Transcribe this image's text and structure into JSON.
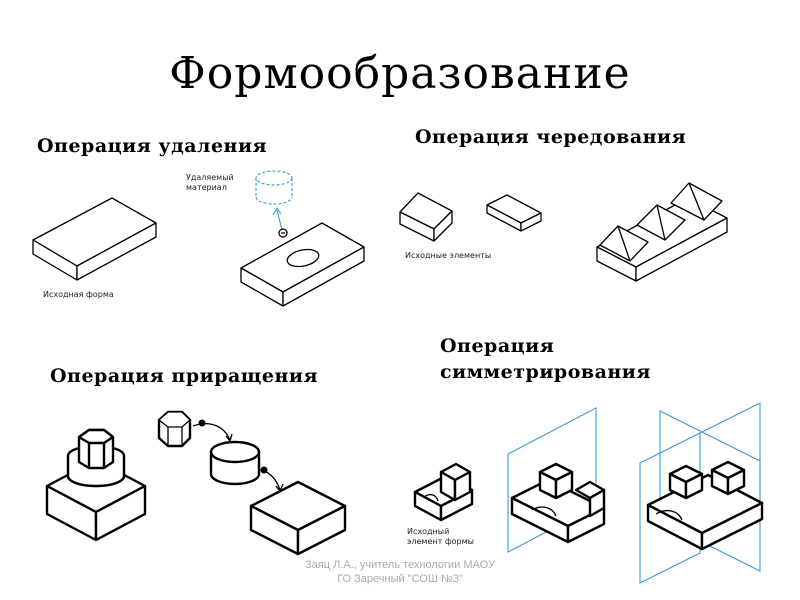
{
  "slide": {
    "title": "Формообразование",
    "operations": {
      "removal": {
        "label": "Операция удаления",
        "caption_base": "Исходная форма",
        "caption_removed": "Удаляемый материал"
      },
      "alternation": {
        "label": "Операция чередования",
        "caption_elements": "Исходные элементы"
      },
      "increment": {
        "label": "Операция приращения"
      },
      "symmetry": {
        "label_line1": "Операция",
        "label_line2": "симметрирования",
        "caption_element": "Исходный элемент формы"
      }
    },
    "footer": {
      "line1": "Заяц Л.А., учитель технологии МАОУ",
      "line2": "ГО Заречный \"СОШ №3\""
    }
  }
}
